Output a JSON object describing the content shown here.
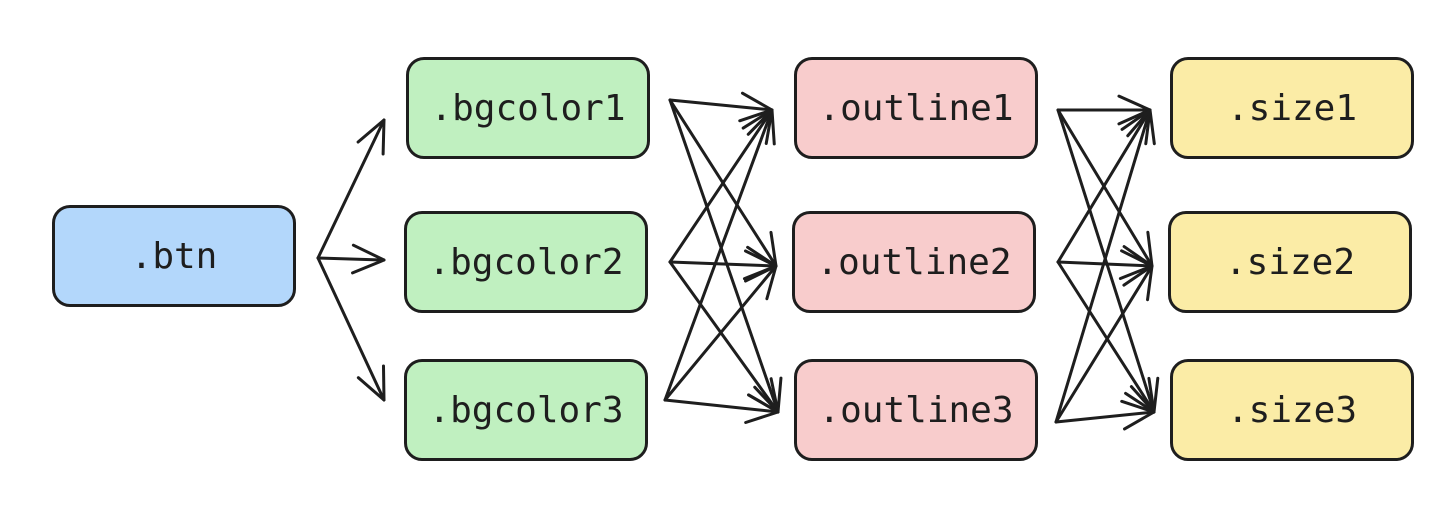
{
  "nodes": {
    "btn": ".btn",
    "bgcolor1": ".bgcolor1",
    "bgcolor2": ".bgcolor2",
    "bgcolor3": ".bgcolor3",
    "outline1": ".outline1",
    "outline2": ".outline2",
    "outline3": ".outline3",
    "size1": ".size1",
    "size2": ".size2",
    "size3": ".size3"
  },
  "colors": {
    "btn": "#b3d7fb",
    "bgcolor": "#c0f0c0",
    "outline": "#f8cccc",
    "size": "#fbeca6",
    "stroke": "#1e1e1e"
  },
  "edges": [
    {
      "from": "btn",
      "to": "bgcolor1"
    },
    {
      "from": "btn",
      "to": "bgcolor2"
    },
    {
      "from": "btn",
      "to": "bgcolor3"
    },
    {
      "from": "bgcolor1",
      "to": "outline1"
    },
    {
      "from": "bgcolor1",
      "to": "outline2"
    },
    {
      "from": "bgcolor1",
      "to": "outline3"
    },
    {
      "from": "bgcolor2",
      "to": "outline1"
    },
    {
      "from": "bgcolor2",
      "to": "outline2"
    },
    {
      "from": "bgcolor2",
      "to": "outline3"
    },
    {
      "from": "bgcolor3",
      "to": "outline1"
    },
    {
      "from": "bgcolor3",
      "to": "outline2"
    },
    {
      "from": "bgcolor3",
      "to": "outline3"
    },
    {
      "from": "outline1",
      "to": "size1"
    },
    {
      "from": "outline1",
      "to": "size2"
    },
    {
      "from": "outline1",
      "to": "size3"
    },
    {
      "from": "outline2",
      "to": "size1"
    },
    {
      "from": "outline2",
      "to": "size2"
    },
    {
      "from": "outline2",
      "to": "size3"
    },
    {
      "from": "outline3",
      "to": "size1"
    },
    {
      "from": "outline3",
      "to": "size2"
    },
    {
      "from": "outline3",
      "to": "size3"
    }
  ]
}
